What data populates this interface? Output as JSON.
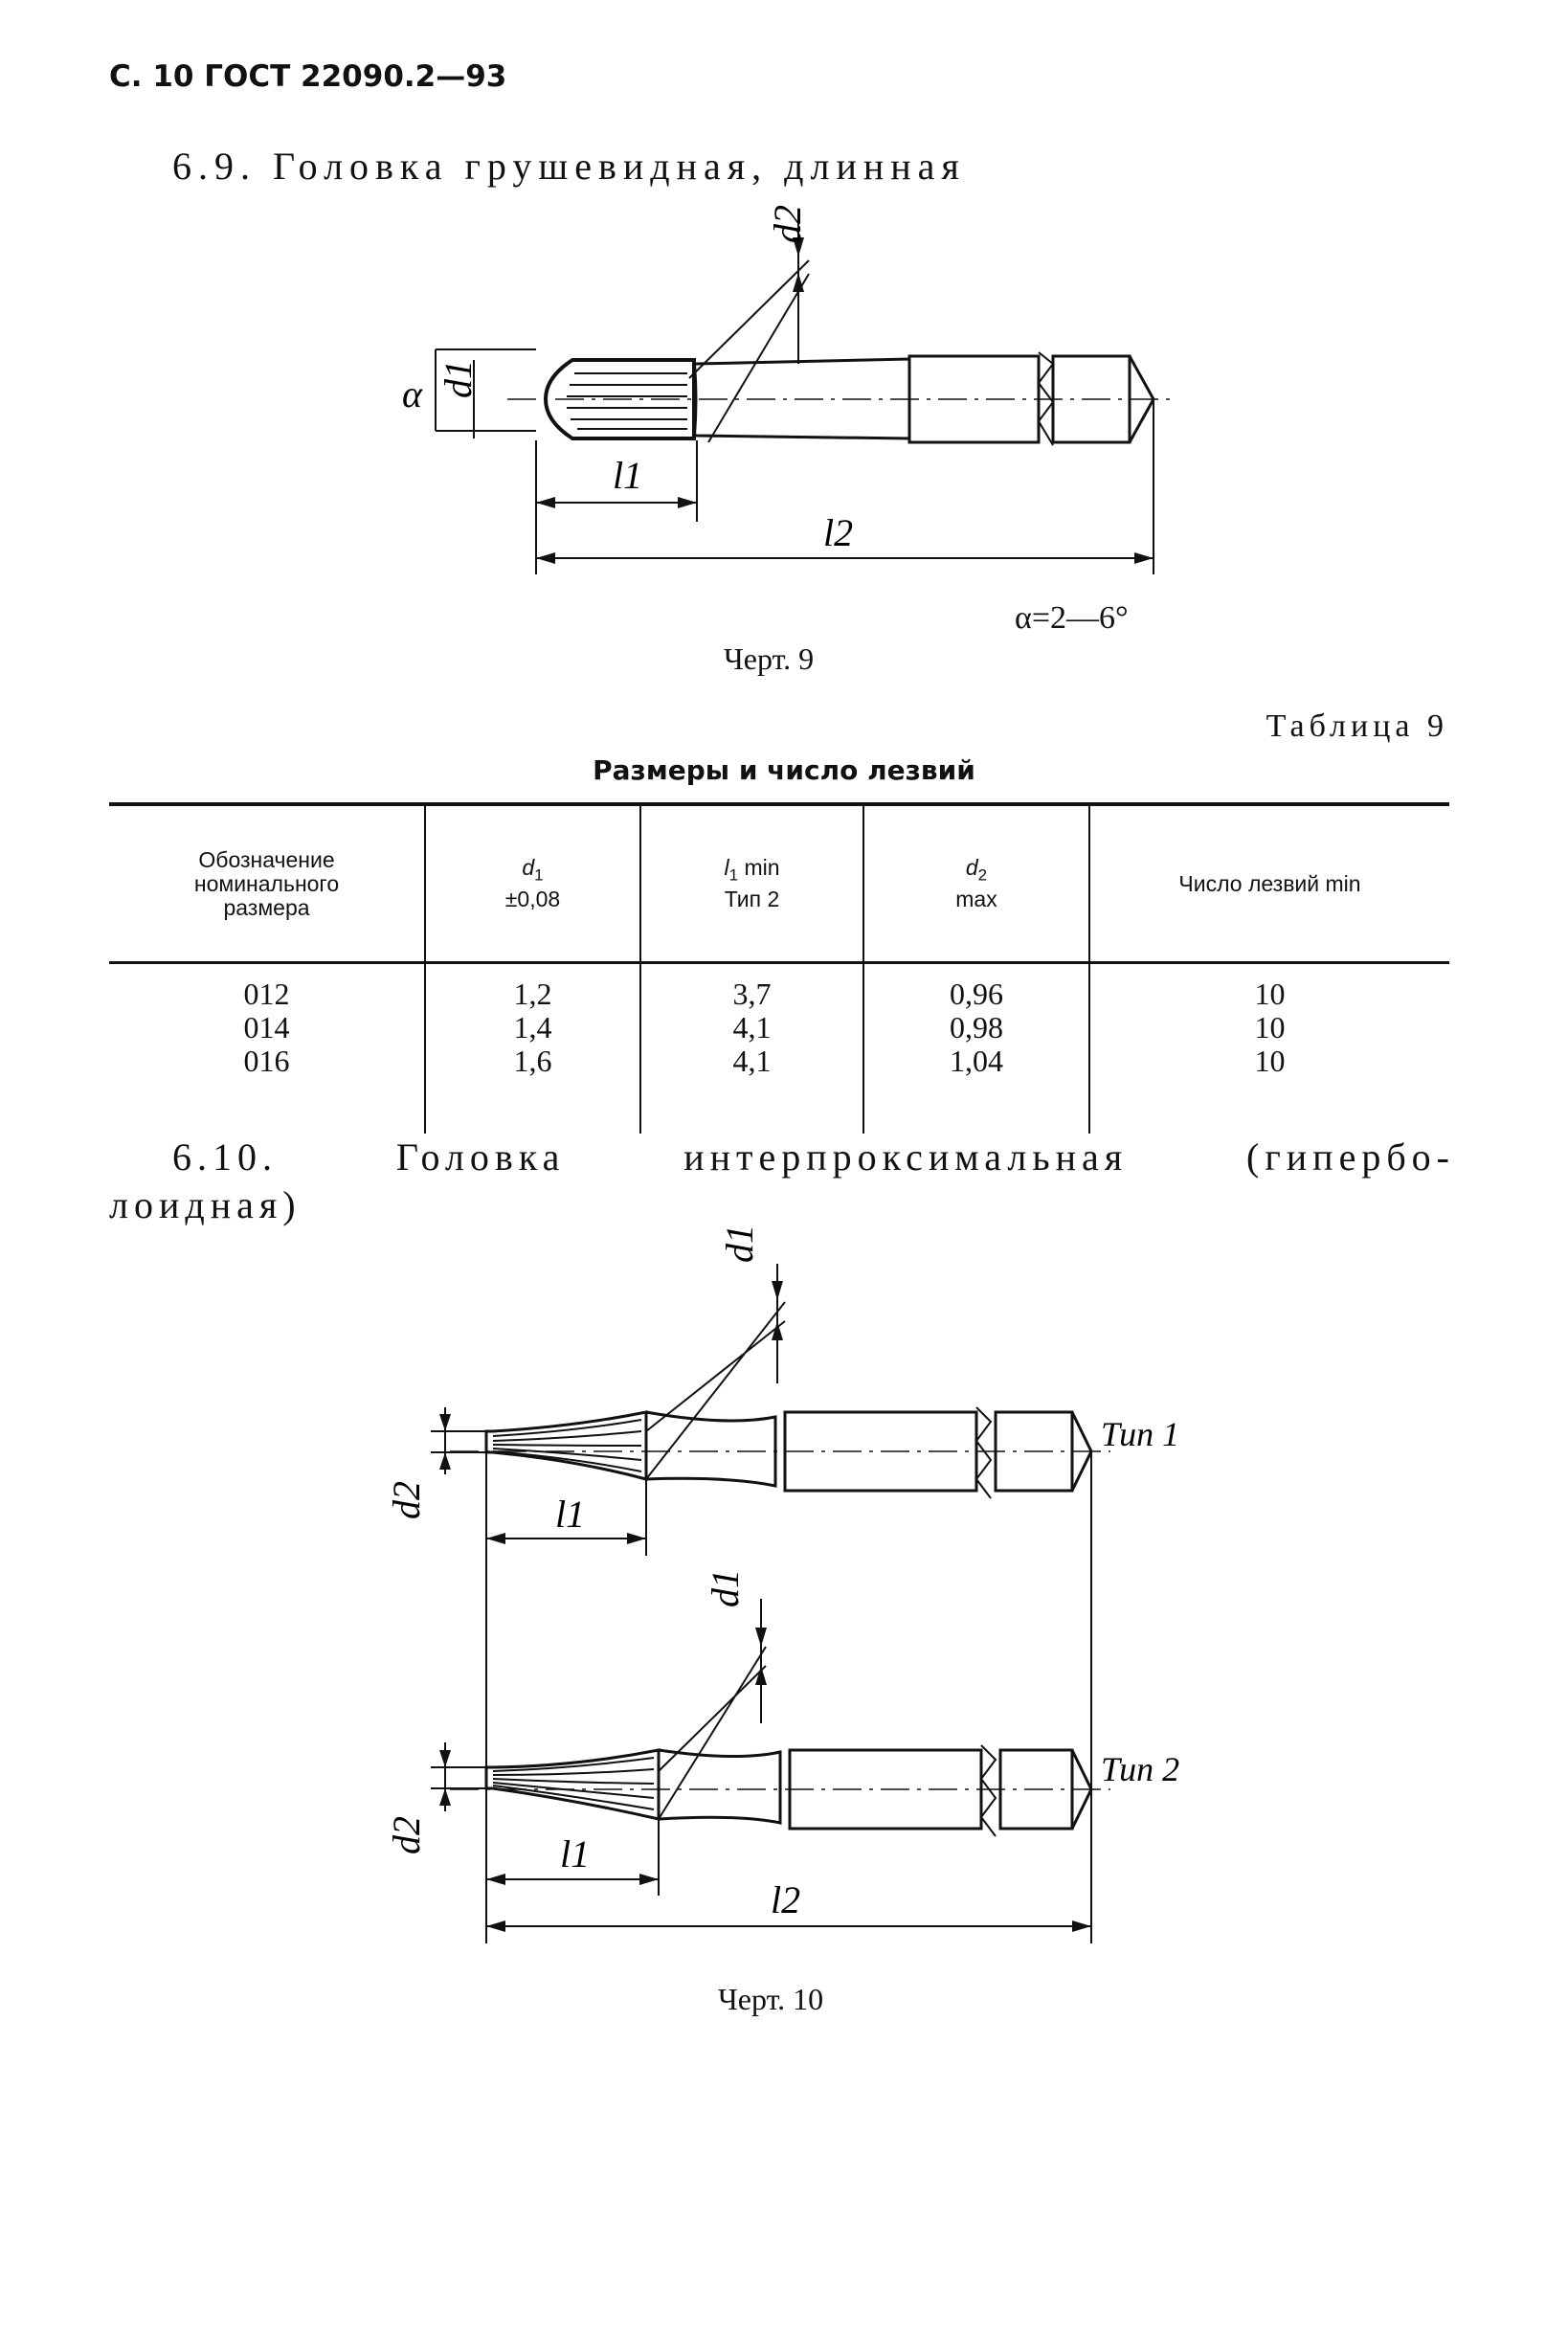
{
  "page": {
    "header": "С. 10 ГОСТ 22090.2—93"
  },
  "section_6_9": {
    "title": "6.9. Головка грушевидная, длинная",
    "drawing_labels": {
      "alpha": "α",
      "d1": "d1",
      "d2": "d2",
      "l1": "l1",
      "l2": "l2"
    },
    "angle_note": "α=2—6°",
    "caption": "Черт. 9"
  },
  "table_9": {
    "label": "Таблица 9",
    "title": "Размеры и число лезвий",
    "headers": [
      {
        "line1": "Обозначение",
        "line2": "номинального",
        "line3": "размера"
      },
      {
        "symbol": "d",
        "sub": "1",
        "line2": "±0,08"
      },
      {
        "symbol": "l",
        "sub": "1",
        "suffix": " min",
        "line2": "Тип 2"
      },
      {
        "symbol": "d",
        "sub": "2",
        "line2": "max"
      },
      {
        "line1": "Число лезвий min"
      }
    ],
    "rows": [
      [
        "012",
        "1,2",
        "3,7",
        "0,96",
        "10"
      ],
      [
        "014",
        "1,4",
        "4,1",
        "0,98",
        "10"
      ],
      [
        "016",
        "1,6",
        "4,1",
        "1,04",
        "10"
      ]
    ]
  },
  "section_6_10": {
    "title_line1": "6.10. Головка интерпроксимальная (гипербо-",
    "title_line2": "лоидная)",
    "type1_label": "Тип 1",
    "type2_label": "Тип 2",
    "drawing_labels": {
      "d1": "d1",
      "d2": "d2",
      "l1": "l1",
      "l2": "l2"
    },
    "caption": "Черт. 10"
  }
}
